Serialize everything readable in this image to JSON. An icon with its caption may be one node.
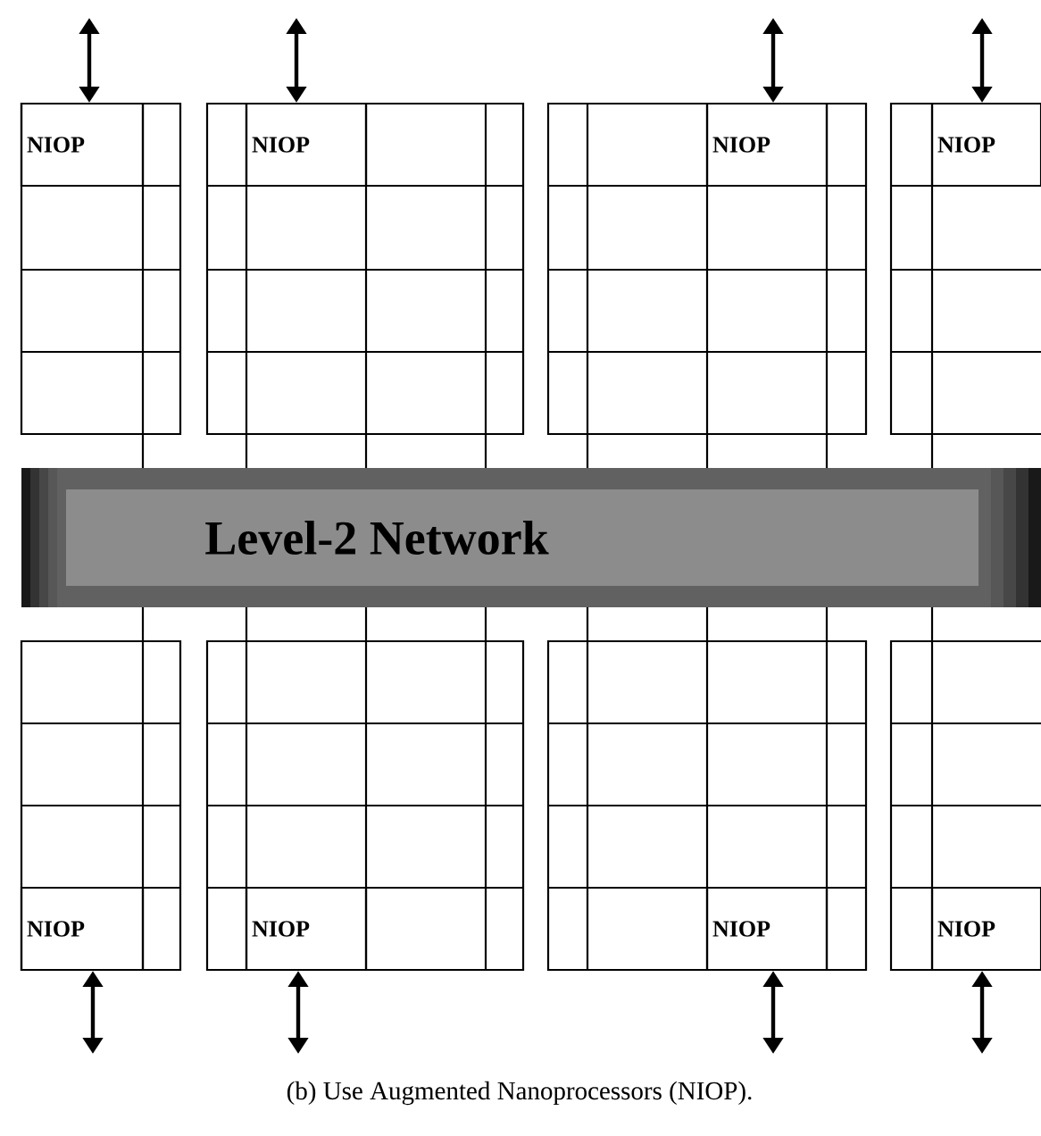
{
  "diagram": {
    "caption": "(b) Use Augmented Nanoprocessors (NIOP).",
    "nodes": [
      {
        "text": [
          "NIOP"
        ]
      },
      {
        "text": [
          "NIOP"
        ]
      },
      {
        "text": [
          "NIOP"
        ]
      },
      {
        "text": [
          "NIOP"
        ]
      },
      {
        "text": [
          "Level-2 Network"
        ]
      },
      {
        "text": [
          "NIOP"
        ]
      },
      {
        "text": [
          "NIOP"
        ]
      },
      {
        "text": [
          "NIOP"
        ]
      },
      {
        "text": [
          "NIOP"
        ]
      }
    ],
    "edges": [
      {
        "from": null,
        "to": 0,
        "arrow": "both"
      },
      {
        "from": null,
        "to": 1,
        "arrow": "both"
      },
      {
        "from": null,
        "to": 2,
        "arrow": "both"
      },
      {
        "from": null,
        "to": 3,
        "arrow": "both"
      },
      {
        "from": null,
        "to": 5,
        "arrow": "both"
      },
      {
        "from": null,
        "to": 6,
        "arrow": "both"
      },
      {
        "from": null,
        "to": 7,
        "arrow": "both"
      },
      {
        "from": null,
        "to": 8,
        "arrow": "both"
      }
    ]
  }
}
